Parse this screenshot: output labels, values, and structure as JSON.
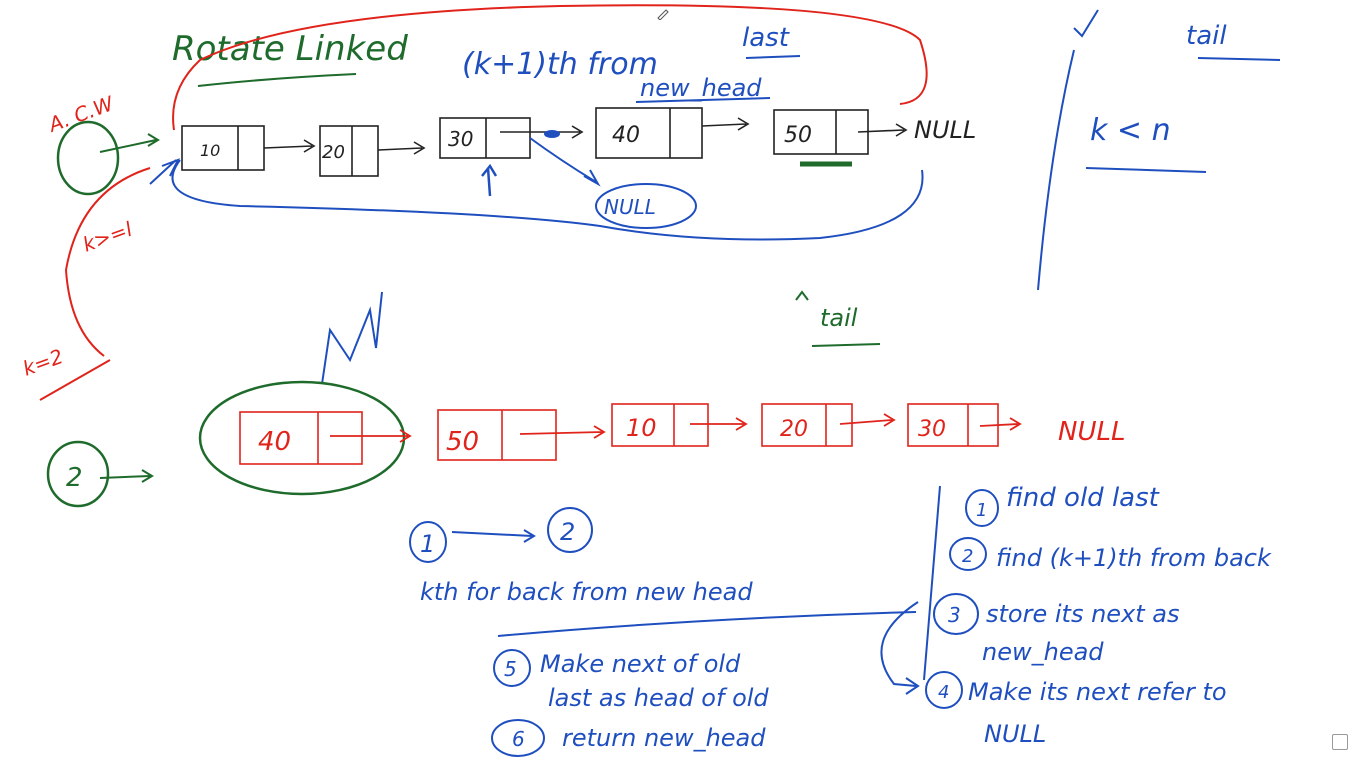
{
  "title": "Rotate Linked",
  "top_note": "(k+1)th from",
  "last_label": "last",
  "new_head_label": "new_head",
  "top_list": {
    "nodes": [
      "10",
      "20",
      "30",
      "40",
      "50"
    ],
    "terminal": "NULL",
    "new_null": "NULL"
  },
  "left_notes": {
    "marker_1": "A. C.W",
    "k_ge": "k>=l",
    "k_eq": "k=2"
  },
  "right_notes": {
    "tail": "tail",
    "condition": "k < n"
  },
  "middle_tail": "tail",
  "bottom_list": {
    "label": "2",
    "nodes": [
      "40",
      "50",
      "10",
      "20",
      "30"
    ],
    "terminal": "NULL"
  },
  "steps_left": {
    "flow_a": "1",
    "flow_b": "2",
    "hint": "kth for back from new head",
    "step5_num": "5",
    "step5": "Make next of old",
    "step5b": "last as head of old",
    "step6_num": "6",
    "step6": "return new_head"
  },
  "steps_right": {
    "s1_num": "1",
    "s1": "find old last",
    "s2_num": "2",
    "s2": "find (k+1)th from back",
    "s3_num": "3",
    "s3": "store its next as",
    "s3b": "new_head",
    "s4_num": "4",
    "s4": "Make its next refer to",
    "s4b": "NULL"
  },
  "colors": {
    "green": "#1e6b2c",
    "red": "#e0241b",
    "blue": "#1f4fbf",
    "dark": "#222222"
  }
}
